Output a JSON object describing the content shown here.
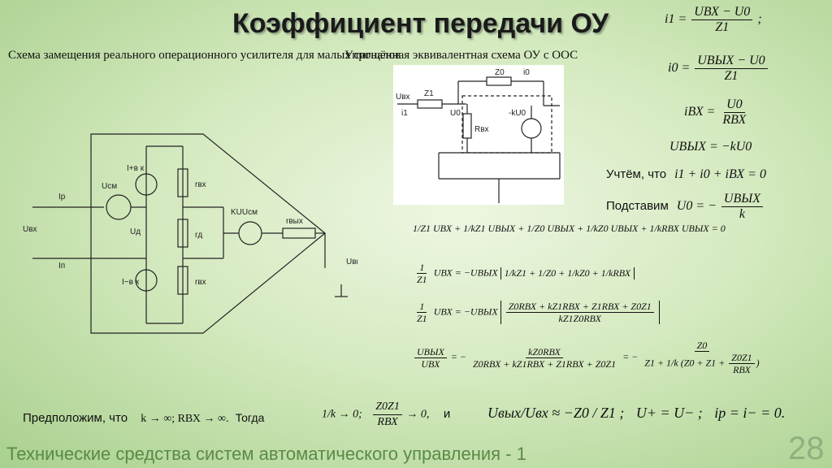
{
  "title": "Коэффициент передачи ОУ",
  "caption_left": "Схема замещения реального операционного усилителя для малых сигналов",
  "caption_right": "Упрощённая эквивалентная схема ОУ с ООС",
  "left_schema_labels": {
    "ip": "Iр",
    "in": "Iп",
    "uvx": "Uвх",
    "usm": "Uсм",
    "ud": "Uд",
    "ik_plus": "I+в к",
    "ik_minus": "I−в к",
    "rvx1": "rвх",
    "rd": "rд",
    "rvx2": "rвх",
    "kuusm": "KUUсм",
    "rvyx": "rвых",
    "uvyx": "Uвых"
  },
  "right_schema_labels": {
    "z0": "Z0",
    "i0": "i0",
    "uvx": "Uвх",
    "z1": "Z1",
    "i1": "i1",
    "u0": "U0",
    "rvx": "Rвх",
    "ku0": "-kU0"
  },
  "equations": {
    "i1_lhs": "i1 =",
    "i1_num": "UВХ − U0",
    "i1_den": "Z1",
    "i1_end": ";",
    "i0_lhs": "i0 =",
    "i0_num": "UВЫХ − U0",
    "i0_den": "Z1",
    "ivx_lhs": "iВХ =",
    "ivx_num": "U0",
    "ivx_den": "RВХ",
    "uvyx": "UВЫХ = −kU0",
    "uchtem_text": "Учтём, что",
    "uchtem_eq": "i1 + i0 + iВХ = 0",
    "podstavim_text": "Подставим",
    "podstavim_lhs": "U0 = −",
    "podstavim_num": "UВЫХ",
    "podstavim_den": "k"
  },
  "derivation": {
    "line1": "1/Z1 UВХ + 1/kZ1 UВЫХ + 1/Z0 UВЫХ + 1/kZ0 UВЫХ + 1/kRВХ UВЫХ = 0",
    "line2_lhs": "UВХ = −UВЫХ",
    "line2_terms": [
      "1/kZ1",
      "1/Z0",
      "1/kZ0",
      "1/kRВХ"
    ],
    "line3_num": "Z0RВХ + kZ1RВХ + Z1RВХ + Z0Z1",
    "line3_den": "kZ1Z0RВХ",
    "line4_lhs_num": "UВЫХ",
    "line4_lhs_den": "UВХ",
    "line4_mid_num": "kZ0RВХ",
    "line4_mid_den": "Z0RВХ + kZ1RВХ + Z1RВХ + Z0Z1",
    "line4_r_num": "Z0",
    "line4_r_den_a": "Z1 +",
    "line4_r_den_b": "(Z0 + Z1 +",
    "line4_r_inner_num": "Z0Z1",
    "line4_r_inner_den": "RВХ"
  },
  "assume": {
    "text": "Предположим, что",
    "cond": "k → ∞; RВХ → ∞.",
    "togda": "Тогда",
    "lim1": "1/k → 0;",
    "lim2_num": "Z0Z1",
    "lim2_den": "RВХ",
    "lim2_end": "→ 0,",
    "and": "и",
    "result1": "Uвых/Uвх ≈ −Z0 / Z1 ;",
    "result2": "U+ = U− ;",
    "result3": "ip = i− = 0."
  },
  "footer": "Технические средства систем автоматического управления - 1",
  "page_number": "28"
}
